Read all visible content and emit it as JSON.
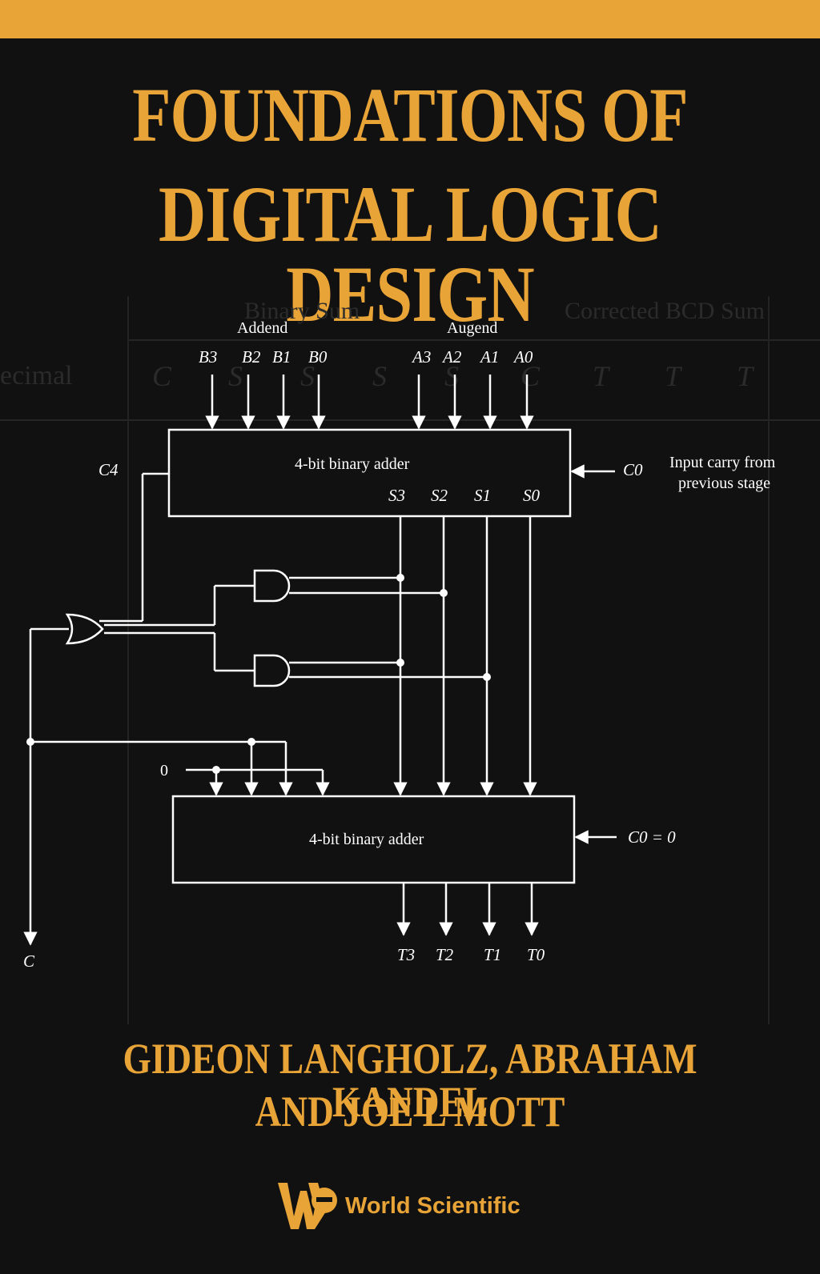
{
  "cover": {
    "title_line1": "FOUNDATIONS OF",
    "title_line2": "DIGITAL LOGIC DESIGN",
    "authors_line1": "GIDEON LANGHOLZ, ABRAHAM KANDEL",
    "authors_line2": "AND JOE L MOTT",
    "publisher": "World Scientific",
    "colors": {
      "accent": "#e9a437",
      "background": "#111112",
      "line": "#ffffff"
    }
  },
  "background_table": {
    "header_left": "Binary Sum",
    "header_right": "Corrected BCD Sum",
    "col_decimal": "ecimal",
    "col_labels": [
      "C",
      "S",
      "S",
      "S",
      "S",
      "C",
      "T",
      "T",
      "T"
    ]
  },
  "diagram": {
    "addend": "Addend",
    "augend": "Augend",
    "b_inputs": [
      "B3",
      "B2",
      "B1",
      "B0"
    ],
    "a_inputs": [
      "A3",
      "A2",
      "A1",
      "A0"
    ],
    "adder1_label": "4-bit binary adder",
    "adder2_label": "4-bit binary adder",
    "c4": "C4",
    "c0": "C0",
    "c0_zero": "C0 = 0",
    "carry_note_line1": "Input carry from",
    "carry_note_line2": "previous stage",
    "s_outputs": [
      "S3",
      "S2",
      "S1",
      "S0"
    ],
    "t_outputs": [
      "T3",
      "T2",
      "T1",
      "T0"
    ],
    "zero_input": "0",
    "carry_out": "C"
  },
  "icons": {
    "publisher_logo": "world-scientific-logo-icon"
  }
}
